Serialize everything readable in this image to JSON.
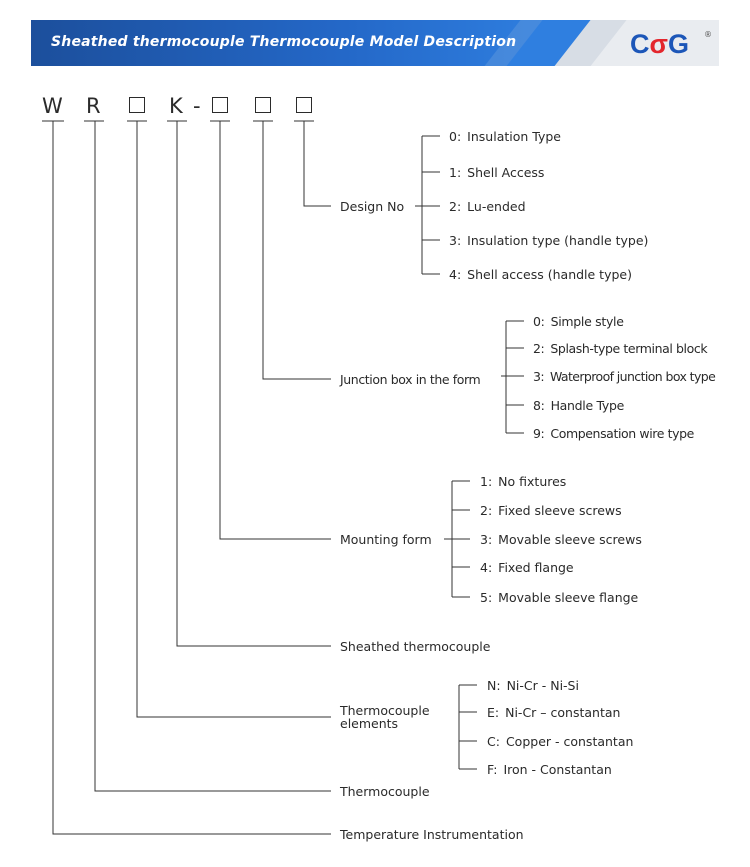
{
  "header": {
    "title": "Sheathed thermocouple Thermocouple Model Description",
    "logo_left": "C",
    "logo_mid": "σ",
    "logo_right": "G",
    "logo_reg": "®"
  },
  "model_code": {
    "c1": "W",
    "c2": "R",
    "c3": "K",
    "dash": "-"
  },
  "groups": {
    "design_no": {
      "label": "Design No",
      "options": [
        {
          "key": "0:",
          "text": "Insulation Type"
        },
        {
          "key": "1:",
          "text": "Shell Access"
        },
        {
          "key": "2:",
          "text": "Lu-ended"
        },
        {
          "key": "3:",
          "text": "Insulation type (handle type)"
        },
        {
          "key": "4:",
          "text": "Shell access (handle type)"
        }
      ]
    },
    "junction_box": {
      "label": "Junction box in the form",
      "options": [
        {
          "key": "0:",
          "text": "Simple style"
        },
        {
          "key": "2:",
          "text": "Splash-type terminal block"
        },
        {
          "key": "3:",
          "text": "Waterproof junction box type"
        },
        {
          "key": "8:",
          "text": "Handle Type"
        },
        {
          "key": "9:",
          "text": "Compensation wire type"
        }
      ]
    },
    "mounting_form": {
      "label": "Mounting form",
      "options": [
        {
          "key": "1:",
          "text": "No fixtures"
        },
        {
          "key": "2:",
          "text": "Fixed sleeve screws"
        },
        {
          "key": "3:",
          "text": "Movable sleeve screws"
        },
        {
          "key": "4:",
          "text": "Fixed flange"
        },
        {
          "key": "5:",
          "text": "Movable sleeve flange"
        }
      ]
    },
    "sheathed": {
      "label": "Sheathed thermocouple"
    },
    "elements": {
      "label_line1": "Thermocouple",
      "label_line2": "elements",
      "options": [
        {
          "key": "N:",
          "text": "Ni-Cr - Ni-Si"
        },
        {
          "key": "E:",
          "text": "Ni-Cr – constantan"
        },
        {
          "key": "C:",
          "text": "Copper - constantan"
        },
        {
          "key": "F:",
          "text": "Iron - Constantan"
        }
      ]
    },
    "thermocouple": {
      "label": "Thermocouple"
    },
    "temperature": {
      "label": "Temperature Instrumentation"
    }
  }
}
